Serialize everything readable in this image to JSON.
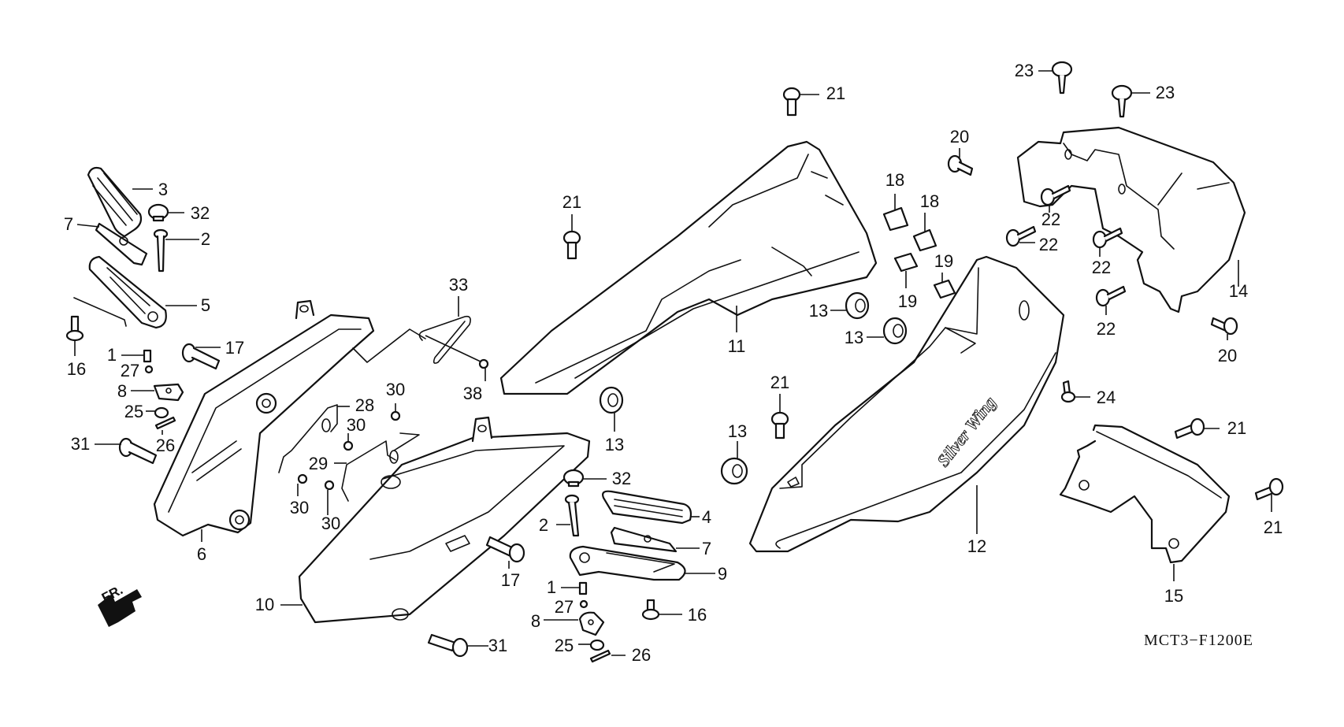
{
  "diagram": {
    "type": "exploded-parts-diagram",
    "drawing_code": "MCT3−F1200E",
    "front_indicator": {
      "label": "FR.",
      "icon": "arrow-down-left-icon"
    },
    "brand_decal_text": "Silver Wing",
    "stroke_color": "#111111",
    "background_color": "#ffffff"
  },
  "callouts": [
    {
      "id": "c3",
      "label": "3"
    },
    {
      "id": "c32a",
      "label": "32"
    },
    {
      "id": "c7a",
      "label": "7"
    },
    {
      "id": "c2a",
      "label": "2"
    },
    {
      "id": "c5",
      "label": "5"
    },
    {
      "id": "c16a",
      "label": "16"
    },
    {
      "id": "c1a",
      "label": "1"
    },
    {
      "id": "c27a",
      "label": "27"
    },
    {
      "id": "c17a",
      "label": "17"
    },
    {
      "id": "c8a",
      "label": "8"
    },
    {
      "id": "c25a",
      "label": "25"
    },
    {
      "id": "c26a",
      "label": "26"
    },
    {
      "id": "c31a",
      "label": "31"
    },
    {
      "id": "c6",
      "label": "6"
    },
    {
      "id": "c33",
      "label": "33"
    },
    {
      "id": "c38",
      "label": "38"
    },
    {
      "id": "c28",
      "label": "28"
    },
    {
      "id": "c30a",
      "label": "30"
    },
    {
      "id": "c30b",
      "label": "30"
    },
    {
      "id": "c29",
      "label": "29"
    },
    {
      "id": "c30c",
      "label": "30"
    },
    {
      "id": "c30d",
      "label": "30"
    },
    {
      "id": "c10",
      "label": "10"
    },
    {
      "id": "c32b",
      "label": "32"
    },
    {
      "id": "c2b",
      "label": "2"
    },
    {
      "id": "c17b",
      "label": "17"
    },
    {
      "id": "c4",
      "label": "4"
    },
    {
      "id": "c7b",
      "label": "7"
    },
    {
      "id": "c9",
      "label": "9"
    },
    {
      "id": "c1b",
      "label": "1"
    },
    {
      "id": "c27b",
      "label": "27"
    },
    {
      "id": "c8b",
      "label": "8"
    },
    {
      "id": "c16b",
      "label": "16"
    },
    {
      "id": "c31b",
      "label": "31"
    },
    {
      "id": "c25b",
      "label": "25"
    },
    {
      "id": "c26b",
      "label": "26"
    },
    {
      "id": "c21a",
      "label": "21"
    },
    {
      "id": "c21b",
      "label": "21"
    },
    {
      "id": "c11",
      "label": "11"
    },
    {
      "id": "c13a",
      "label": "13"
    },
    {
      "id": "c13b",
      "label": "13"
    },
    {
      "id": "c13c",
      "label": "13"
    },
    {
      "id": "c13d",
      "label": "13"
    },
    {
      "id": "c21c",
      "label": "21"
    },
    {
      "id": "c18a",
      "label": "18"
    },
    {
      "id": "c18b",
      "label": "18"
    },
    {
      "id": "c19a",
      "label": "19"
    },
    {
      "id": "c19b",
      "label": "19"
    },
    {
      "id": "c20a",
      "label": "20"
    },
    {
      "id": "c12",
      "label": "12"
    },
    {
      "id": "c23a",
      "label": "23"
    },
    {
      "id": "c23b",
      "label": "23"
    },
    {
      "id": "c22a",
      "label": "22"
    },
    {
      "id": "c22b",
      "label": "22"
    },
    {
      "id": "c22c",
      "label": "22"
    },
    {
      "id": "c22d",
      "label": "22"
    },
    {
      "id": "c14",
      "label": "14"
    },
    {
      "id": "c20b",
      "label": "20"
    },
    {
      "id": "c24",
      "label": "24"
    },
    {
      "id": "c21d",
      "label": "21"
    },
    {
      "id": "c21e",
      "label": "21"
    },
    {
      "id": "c15",
      "label": "15"
    }
  ]
}
